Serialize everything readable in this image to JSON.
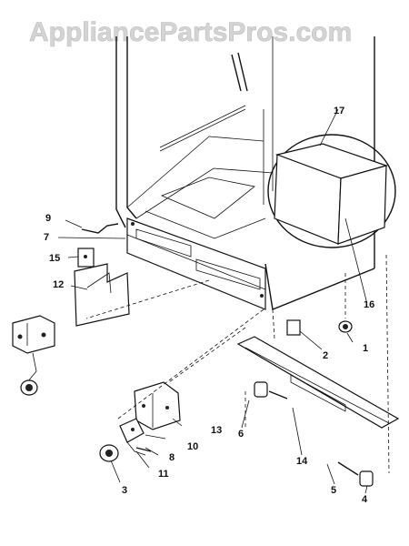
{
  "watermark": "AppliancePartsPros.com",
  "callouts": {
    "c1": "1",
    "c2": "2",
    "c3": "3",
    "c4": "4",
    "c5": "5",
    "c6": "6",
    "c7": "7",
    "c8": "8",
    "c9": "9",
    "c10": "10",
    "c11": "11",
    "c12": "12",
    "c13": "13",
    "c14": "14",
    "c15": "15",
    "c16": "16",
    "c17": "17"
  }
}
